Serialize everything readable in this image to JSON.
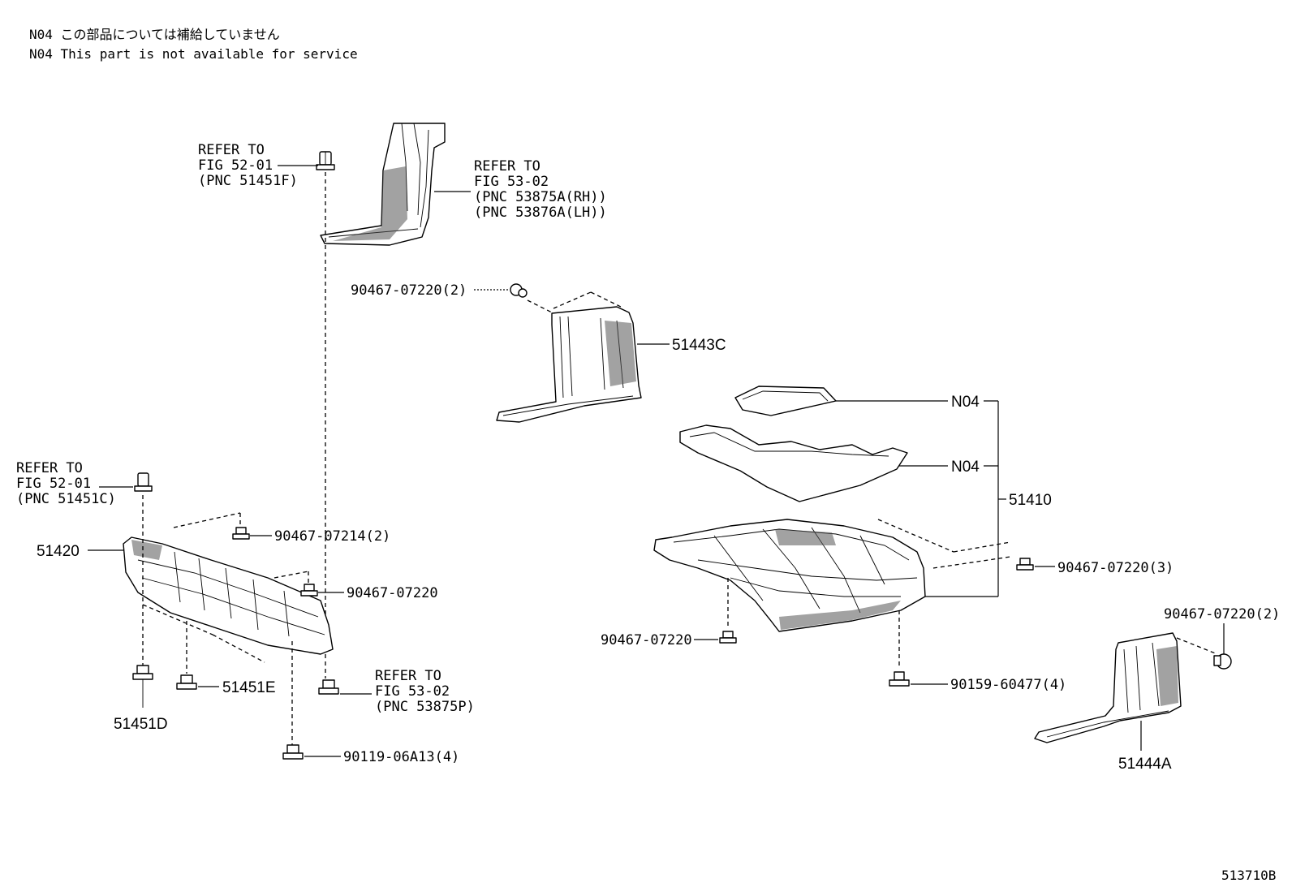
{
  "notes": {
    "line_jp": "N04 この部品については補給していません",
    "line_en": "N04 This part is not available for service"
  },
  "figure_code": "513710B",
  "refer_a": {
    "l1": "REFER TO",
    "l2": "FIG 52-01",
    "l3": "(PNC 51451F)"
  },
  "refer_b": {
    "l1": "REFER TO",
    "l2": "FIG 53-02",
    "l3": "(PNC 53875A(RH))",
    "l4": "(PNC 53876A(LH))"
  },
  "refer_c": {
    "l1": "REFER TO",
    "l2": "FIG 52-01",
    "l3": "(PNC 51451C)"
  },
  "refer_d": {
    "l1": "REFER TO",
    "l2": "FIG 53-02",
    "l3": "(PNC 53875P)"
  },
  "parts": {
    "p51420": "51420",
    "p51451D": "51451D",
    "p51451E": "51451E",
    "p51443C": "51443C",
    "p51410": "51410",
    "p51444A": "51444A",
    "n04_top": "N04",
    "n04_mid": "N04"
  },
  "fasteners": {
    "f_top": "90467-07220(2)",
    "f_07214": "90467-07214(2)",
    "f_left_07220": "90467-07220",
    "f_06A13": "90119-06A13(4)",
    "f_center_07220": "90467-07220",
    "f_right_07220_3": "90467-07220(3)",
    "f_60477": "90159-60477(4)",
    "f_right_07220_2": "90467-07220(2)"
  }
}
